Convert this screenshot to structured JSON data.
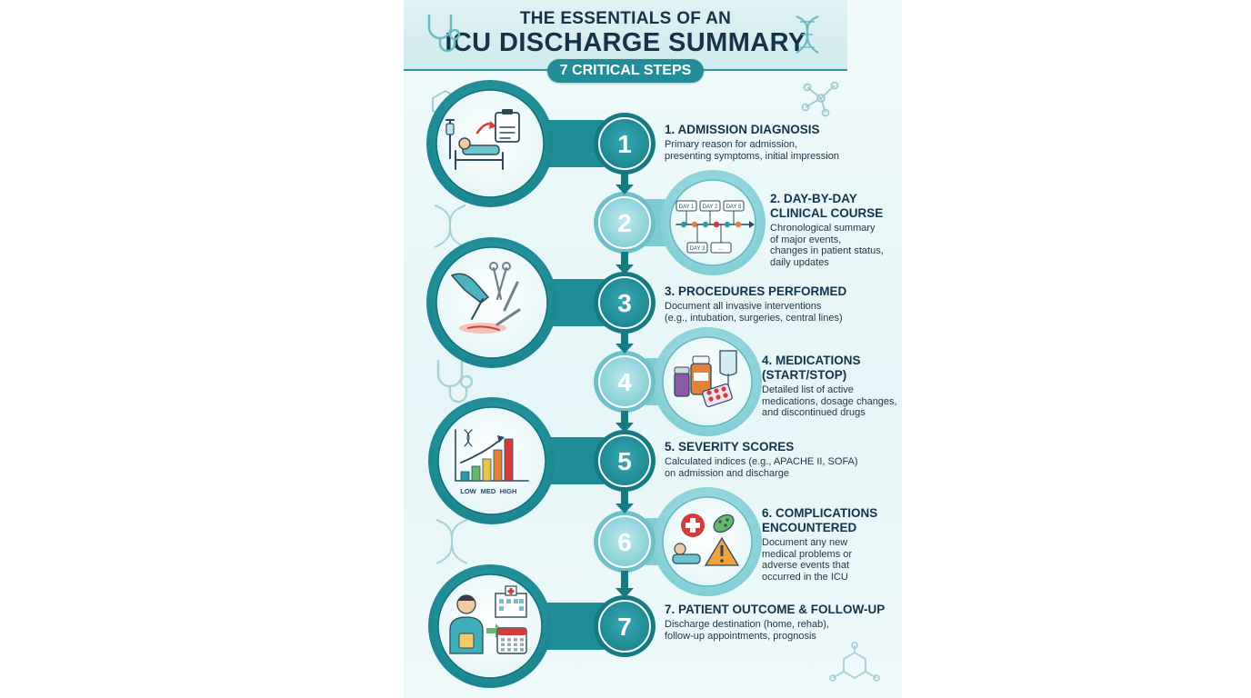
{
  "header": {
    "title_line1": "THE ESSENTIALS OF AN",
    "title_line2": "ICU DISCHARGE SUMMARY",
    "subtitle": "7 CRITICAL STEPS"
  },
  "steps": [
    {
      "number": "1",
      "title": "1. ADMISSION DIAGNOSIS",
      "description": "Primary reason for admission,\npresenting symptoms, initial impression",
      "icon": "patient-bed-clipboard-icon"
    },
    {
      "number": "2",
      "title": "2. DAY-BY-DAY\nCLINICAL COURSE",
      "description": "Chronological summary\nof major events,\nchanges in patient status,\ndaily updates",
      "icon": "timeline-icon"
    },
    {
      "number": "3",
      "title": "3. PROCEDURES PERFORMED",
      "description": "Document all invasive interventions\n(e.g., intubation, surgeries, central lines)",
      "icon": "surgical-instruments-icon"
    },
    {
      "number": "4",
      "title": "4. MEDICATIONS\n(START/STOP)",
      "description": "Detailed list of active\nmedications, dosage changes,\nand discontinued drugs",
      "icon": "medications-icon"
    },
    {
      "number": "5",
      "title": "5. SEVERITY SCORES",
      "description": "Calculated indices (e.g., APACHE II, SOFA)\non admission and discharge",
      "icon": "bar-chart-icon"
    },
    {
      "number": "6",
      "title": "6. COMPLICATIONS\nENCOUNTERED",
      "description": "Document any new\nmedical problems or\nadverse events that\noccurred in the ICU",
      "icon": "complications-icon"
    },
    {
      "number": "7",
      "title": "7. PATIENT OUTCOME & FOLLOW-UP",
      "description": "Discharge destination (home, rehab),\nfollow-up appointments, prognosis",
      "icon": "doctor-hospital-calendar-icon"
    }
  ],
  "timeline_labels": [
    "DAY 1",
    "DAY 2",
    "DAY 5",
    "DAY 3",
    "..."
  ],
  "severity_labels": [
    "LOW",
    "MED",
    "HIGH"
  ],
  "colors": {
    "teal_dark": "#1f8d97",
    "teal_mid": "#3fb0ba",
    "teal_light": "#8fd3da",
    "navy_text": "#14344a"
  }
}
